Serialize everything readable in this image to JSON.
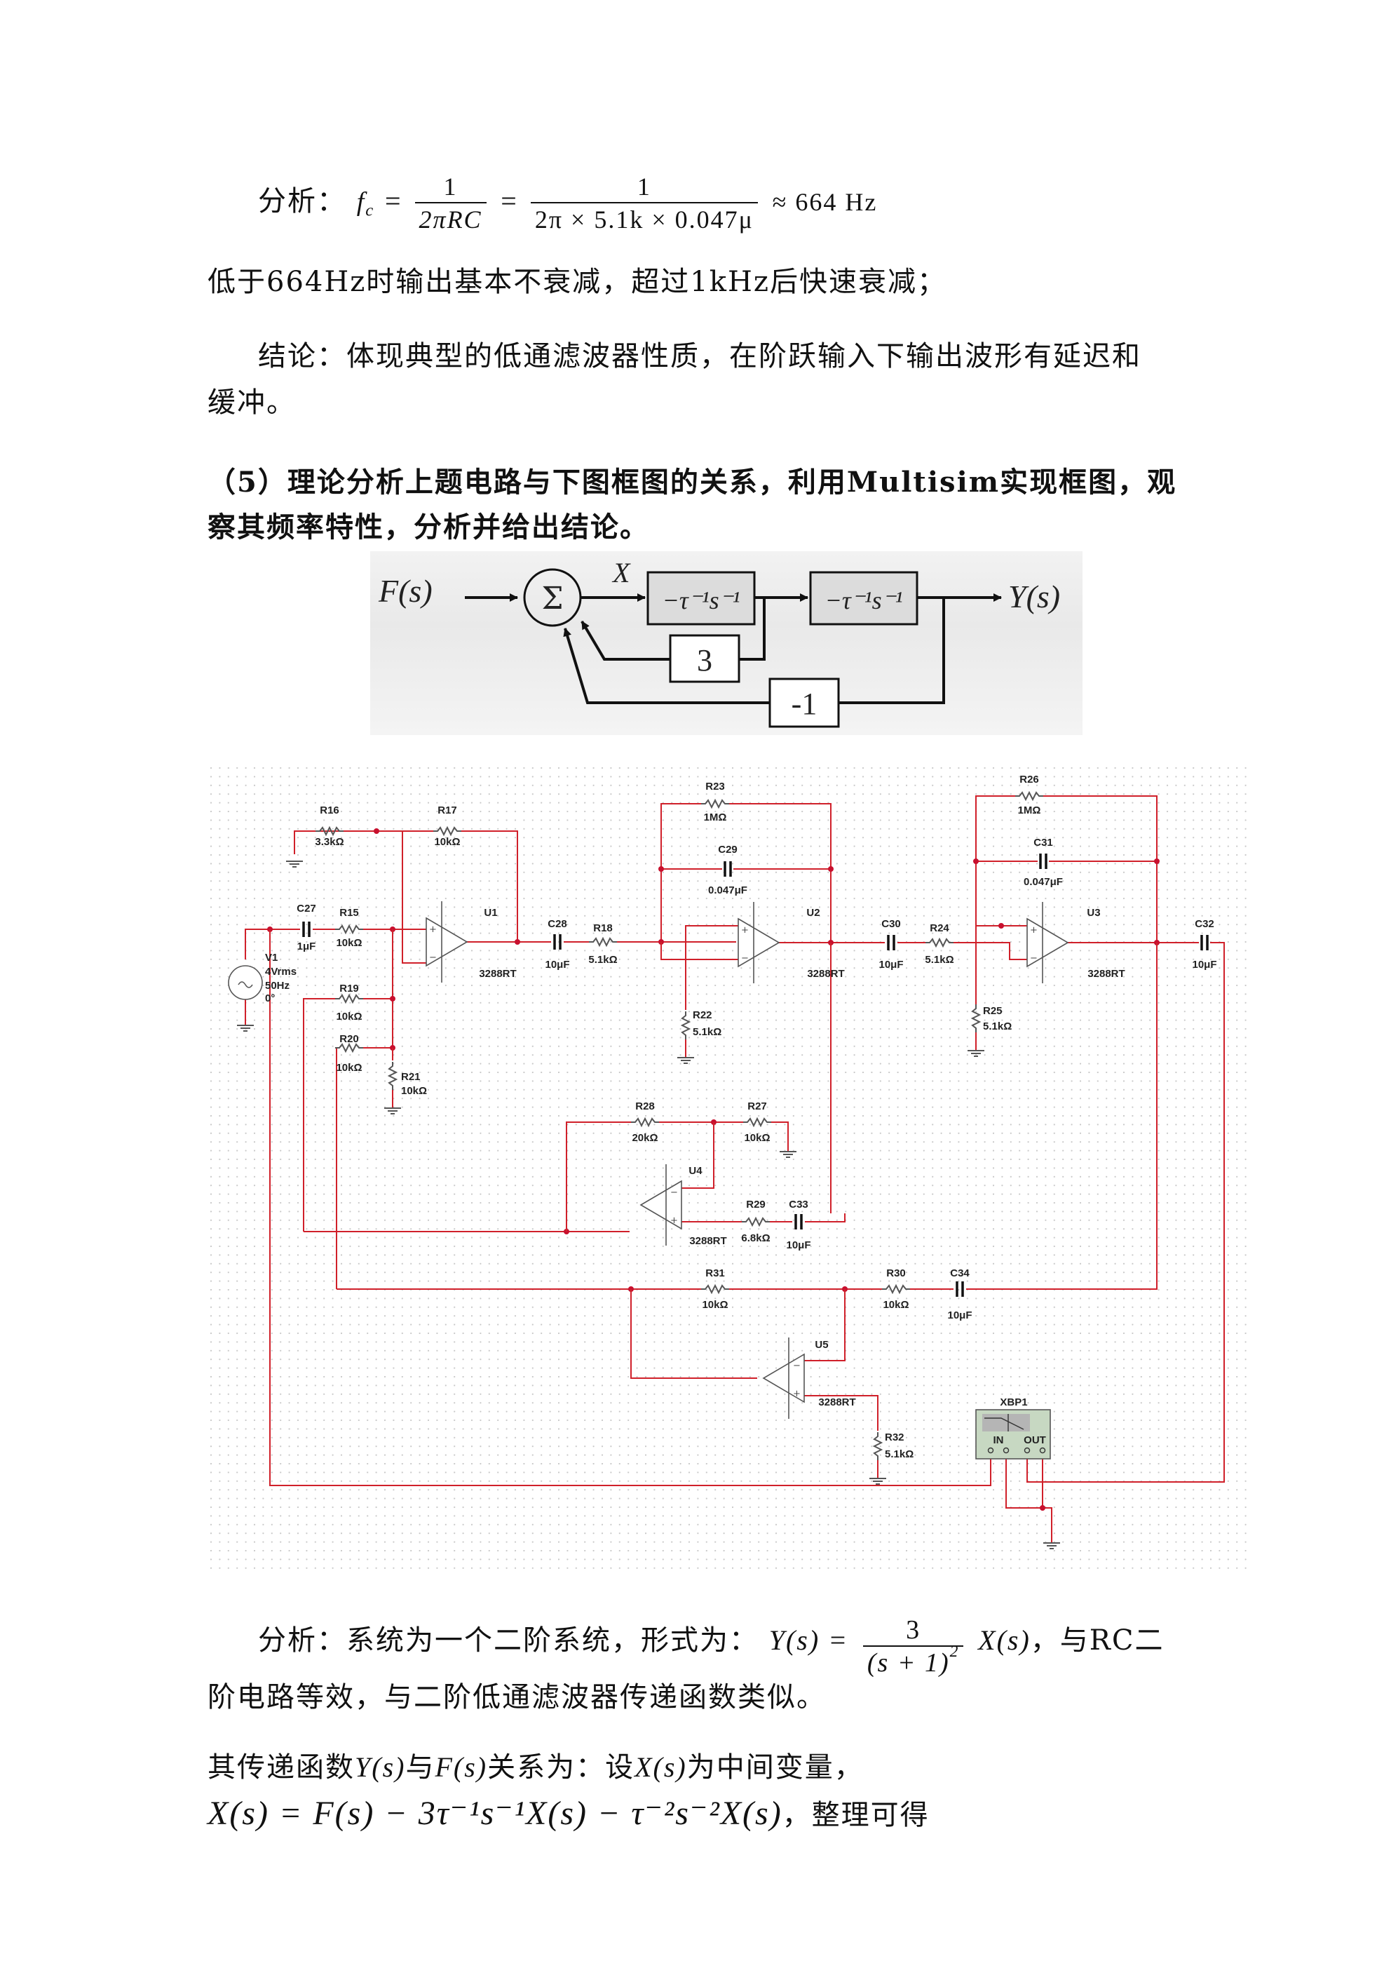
{
  "analysis_1": {
    "label": "分析：",
    "fc_lhs": "f",
    "fc_sub": "c",
    "frac1_num": "1",
    "frac1_den": "2πRC",
    "frac2_num": "1",
    "frac2_den": "2π × 5.1k × 0.047μ",
    "result": "≈ 664 Hz"
  },
  "paragraph_lowpass": "低于664Hz时输出基本不衰减，超过1kHz后快速衰减；",
  "conclusion": {
    "line1": "结论：体现典型的低通滤波器性质，在阶跃输入下输出波形有延迟和",
    "line2": "缓冲。"
  },
  "question_5": {
    "line1": "（5）理论分析上题电路与下图框图的关系，利用Multisim实现框图，观",
    "line2": "察其频率特性，分析并给出结论。"
  },
  "block_diagram": {
    "input": "F(s)",
    "sum_symbol": "Σ",
    "node_label": "X",
    "block1": "−τ⁻¹s⁻¹",
    "block2": "−τ⁻¹s⁻¹",
    "feedback_inner": "3",
    "feedback_outer": "-1",
    "output": "Y(s)"
  },
  "schematic": {
    "components": {
      "R16": {
        "name": "R16",
        "value": "3.3kΩ"
      },
      "R17": {
        "name": "R17",
        "value": "10kΩ"
      },
      "C27": {
        "name": "C27",
        "value": "1μF"
      },
      "R15": {
        "name": "R15",
        "value": "10kΩ"
      },
      "U1": {
        "name": "U1",
        "model": "3288RT"
      },
      "C28": {
        "name": "C28",
        "value": "10μF"
      },
      "R18": {
        "name": "R18",
        "value": "5.1kΩ"
      },
      "V1": {
        "name": "V1",
        "amplitude": "4Vrms",
        "frequency": "50Hz",
        "phase": "0°"
      },
      "R19": {
        "name": "R19",
        "value": "10kΩ"
      },
      "R20": {
        "name": "R20",
        "value": "10kΩ"
      },
      "R21": {
        "name": "R21",
        "value": "10kΩ"
      },
      "R23": {
        "name": "R23",
        "value": "1MΩ"
      },
      "C29": {
        "name": "C29",
        "value": "0.047μF"
      },
      "U2": {
        "name": "U2",
        "model": "3288RT"
      },
      "R22": {
        "name": "R22",
        "value": "5.1kΩ"
      },
      "C30": {
        "name": "C30",
        "value": "10μF"
      },
      "R24": {
        "name": "R24",
        "value": "5.1kΩ"
      },
      "R25": {
        "name": "R25",
        "value": "5.1kΩ"
      },
      "R26": {
        "name": "R26",
        "value": "1MΩ"
      },
      "C31": {
        "name": "C31",
        "value": "0.047μF"
      },
      "U3": {
        "name": "U3",
        "model": "3288RT"
      },
      "C32": {
        "name": "C32",
        "value": "10μF"
      },
      "R28": {
        "name": "R28",
        "value": "20kΩ"
      },
      "R27": {
        "name": "R27",
        "value": "10kΩ"
      },
      "U4": {
        "name": "U4",
        "model": "3288RT"
      },
      "R29": {
        "name": "R29",
        "value": "6.8kΩ"
      },
      "C33": {
        "name": "C33",
        "value": "10μF"
      },
      "R31": {
        "name": "R31",
        "value": "10kΩ"
      },
      "R30": {
        "name": "R30",
        "value": "10kΩ"
      },
      "C34": {
        "name": "C34",
        "value": "10μF"
      },
      "U5": {
        "name": "U5",
        "model": "3288RT"
      },
      "R32": {
        "name": "R32",
        "value": "5.1kΩ"
      },
      "XBP1": {
        "name": "XBP1",
        "in_label": "IN",
        "out_label": "OUT"
      }
    },
    "wire_color": "#d0202a",
    "junction_color": "#c8102e"
  },
  "analysis_2": {
    "prefix": "分析：系统为一个二阶系统，形式为：",
    "lhs": "Y(s) =",
    "frac_num": "3",
    "frac_den": "(s + 1)",
    "frac_den_sup": "2",
    "rhs": "X(s)",
    "suffix": "，与RC二",
    "line2": "阶电路等效，与二阶低通滤波器传递函数类似。"
  },
  "transfer": {
    "line1_parts": [
      "其传递函数",
      "Y(s)",
      "与",
      "F(s)",
      "关系为：设",
      "X(s)",
      "为中间变量，"
    ],
    "line2_math": "X(s) = F(s) − 3τ⁻¹s⁻¹X(s) − τ⁻²s⁻²X(s)",
    "line2_suffix": "，整理可得"
  }
}
